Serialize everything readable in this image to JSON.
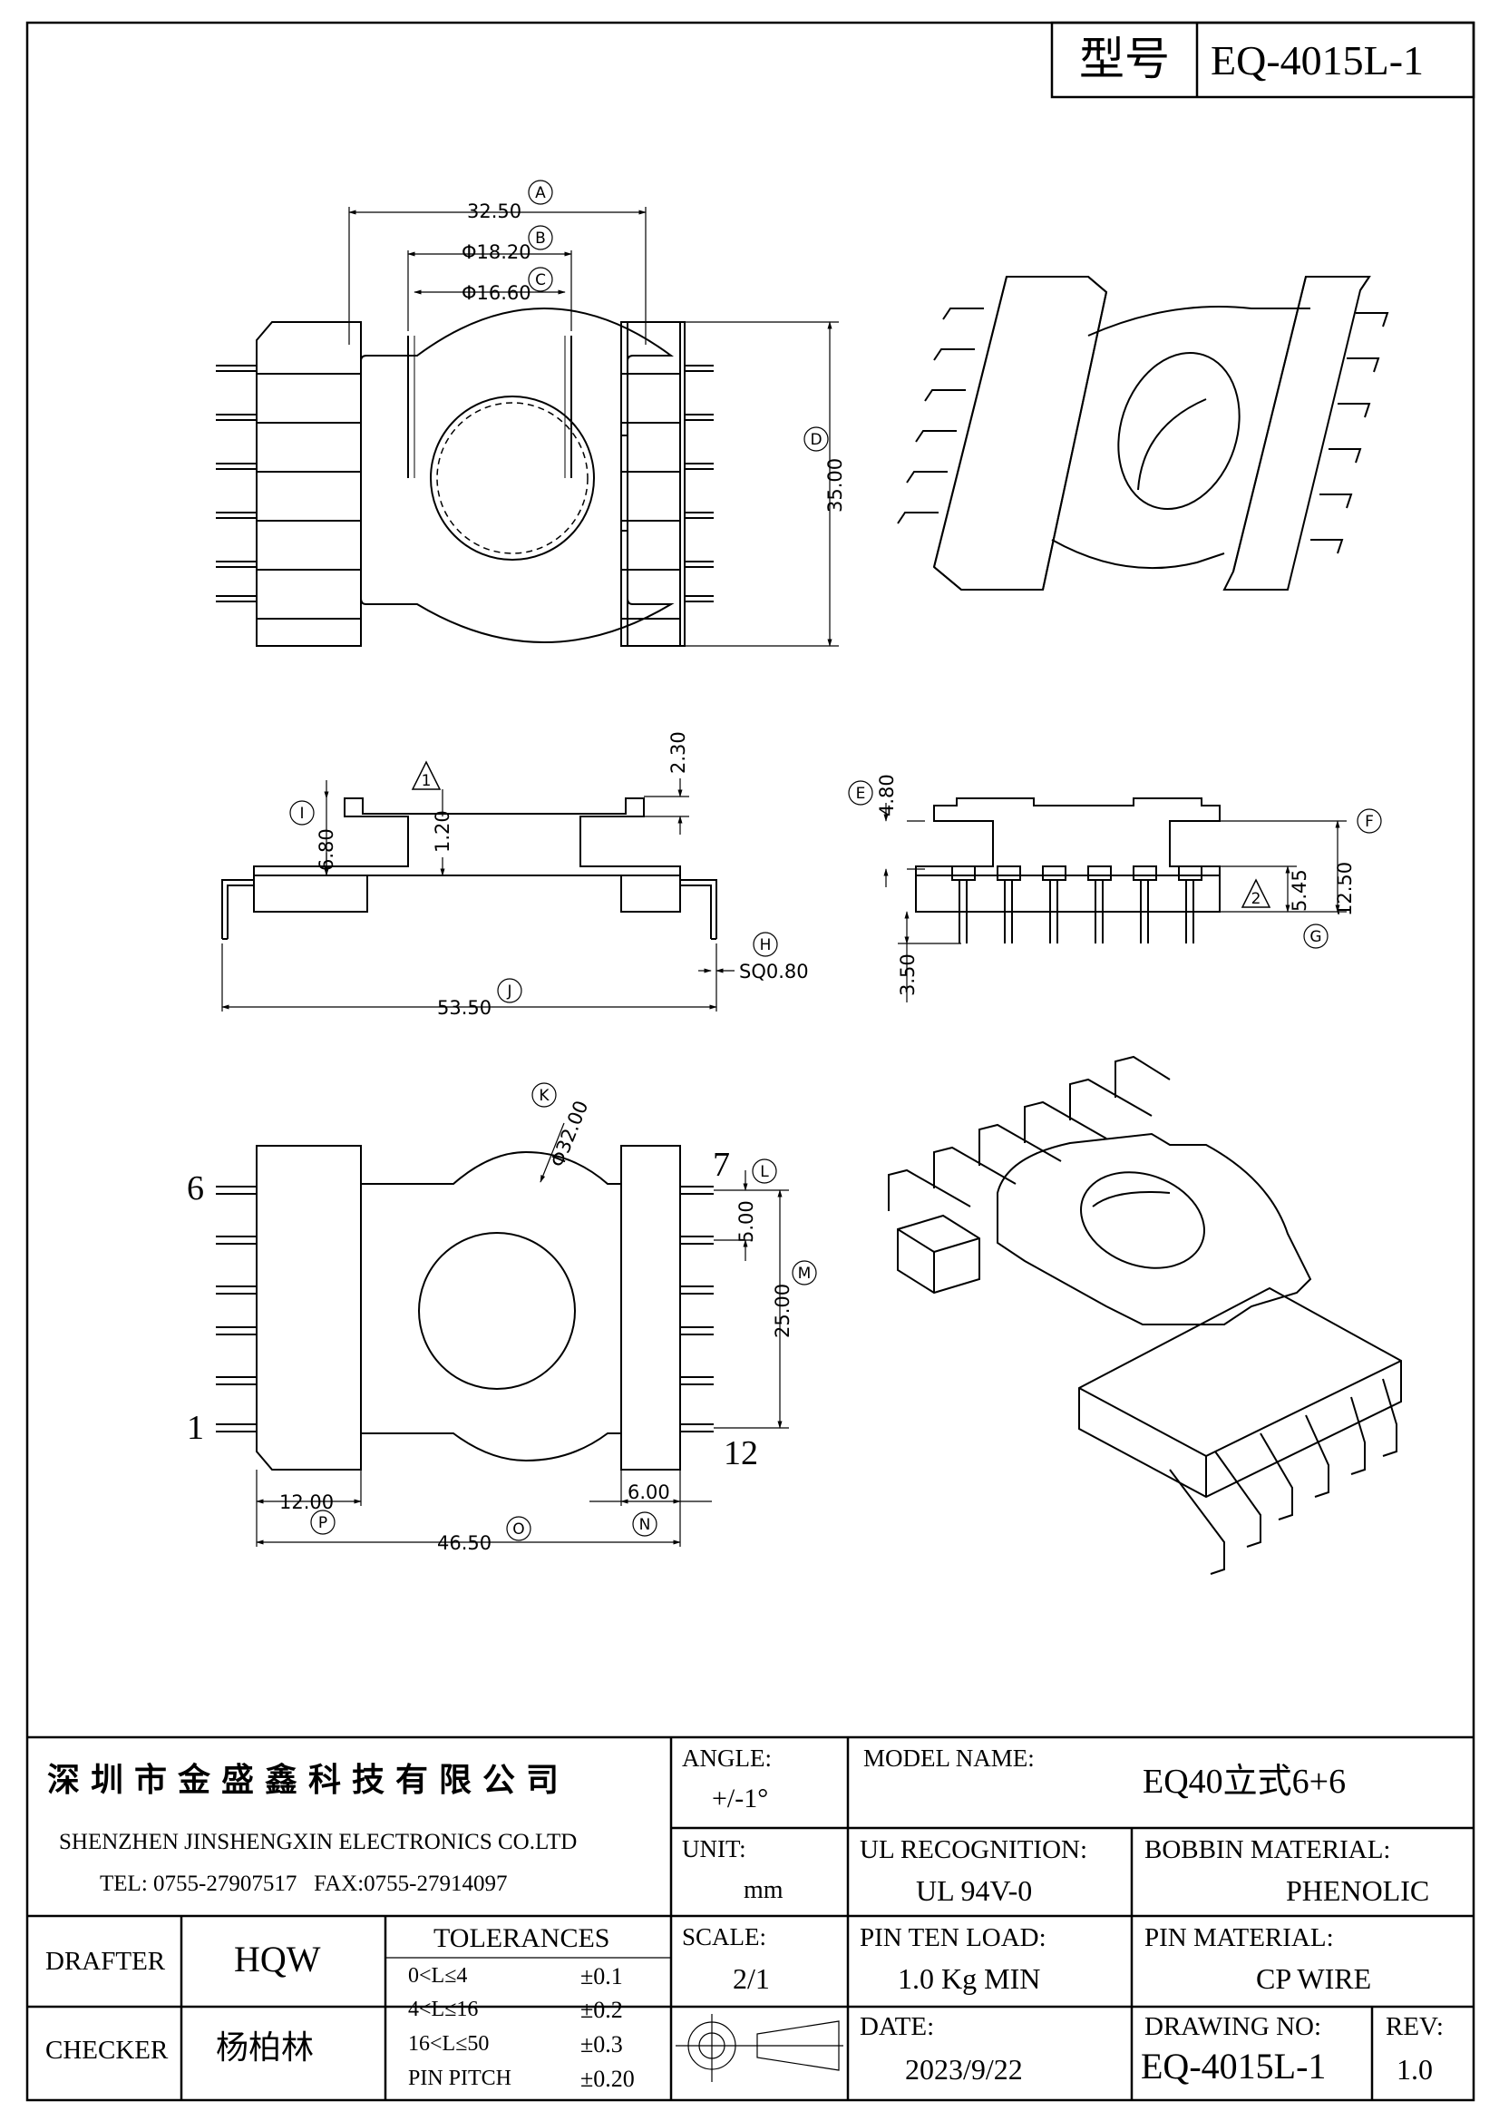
{
  "header": {
    "model_label": "型号",
    "model_value": "EQ-4015L-1"
  },
  "dimensions": {
    "A": {
      "letter": "A",
      "value": "32.50"
    },
    "B": {
      "letter": "B",
      "value": "Φ18.20"
    },
    "C": {
      "letter": "C",
      "value": "Φ16.60"
    },
    "D": {
      "letter": "D",
      "value": "35.00"
    },
    "E": {
      "letter": "E",
      "value": "4.80"
    },
    "F": {
      "letter": "F",
      "value": "12.50"
    },
    "G": {
      "letter": "G",
      "value": "5.45"
    },
    "H": {
      "letter": "H",
      "value": "SQ0.80"
    },
    "I": {
      "letter": "I",
      "value": "6.80"
    },
    "J": {
      "letter": "J",
      "value": "53.50"
    },
    "K": {
      "letter": "K",
      "value": "Φ32.00"
    },
    "L": {
      "letter": "L",
      "value": "5.00"
    },
    "M": {
      "letter": "M",
      "value": "25.00"
    },
    "N": {
      "letter": "N",
      "value": "6.00"
    },
    "O": {
      "letter": "O",
      "value": "46.50"
    },
    "P": {
      "letter": "P",
      "value": "12.00"
    }
  },
  "extra_dims": {
    "side_top_thick": "2.30",
    "side_flange_height": "1.20",
    "pin_length": "3.50",
    "tri1": "1",
    "tri2": "2"
  },
  "pin_numbers": {
    "p6": "6",
    "p1": "1",
    "p7": "7",
    "p12": "12"
  },
  "title_block": {
    "company_cn": "深圳市金盛鑫科技有限公司",
    "company_en": "SHENZHEN JINSHENGXIN ELECTRONICS CO.LTD",
    "contact": "TEL: 0755-27907517   FAX:0755-27914097",
    "angle_label": "ANGLE:",
    "angle_value": "+/-1°",
    "model_name_label": "MODEL NAME:",
    "model_name_value": "EQ40立式6+6",
    "unit_label": "UNIT:",
    "unit_value": "mm",
    "ul_label": "UL RECOGNITION:",
    "ul_value": "UL 94V-0",
    "bobbin_label": "BOBBIN MATERIAL:",
    "bobbin_value": "PHENOLIC",
    "drafter_label": "DRAFTER",
    "drafter_value": "HQW",
    "checker_label": "CHECKER",
    "checker_value": "杨柏林",
    "tolerances_title": "TOLERANCES",
    "tolerances": [
      {
        "range": "0<L≤4",
        "value": "±0.1"
      },
      {
        "range": "4<L≤16",
        "value": "±0.2"
      },
      {
        "range": "16<L≤50",
        "value": "±0.3"
      },
      {
        "range": "PIN PITCH",
        "value": "±0.20"
      }
    ],
    "scale_label": "SCALE:",
    "scale_value": "2/1",
    "pin_load_label": "PIN TEN LOAD:",
    "pin_load_value": "1.0 Kg MIN",
    "pin_material_label": "PIN MATERIAL:",
    "pin_material_value": "CP WIRE",
    "date_label": "DATE:",
    "date_value": "2023/9/22",
    "drawing_no_label": "DRAWING NO:",
    "drawing_no_value": "EQ-4015L-1",
    "rev_label": "REV:",
    "rev_value": "1.0"
  }
}
